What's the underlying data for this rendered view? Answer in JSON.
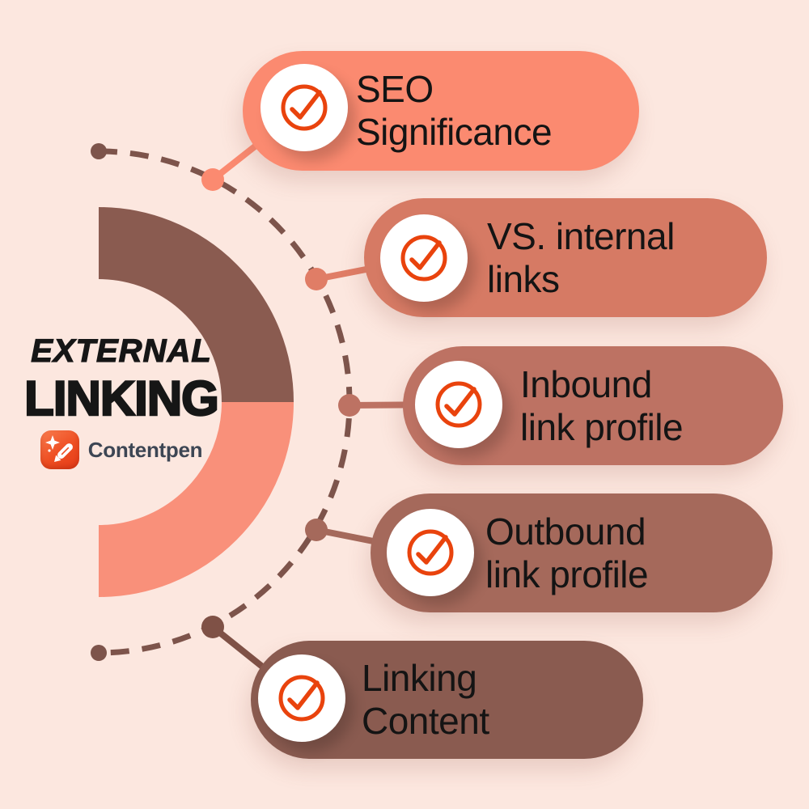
{
  "background": "#FCE7DF",
  "title": {
    "kicker": "EXTERNAL",
    "main": "LINKING"
  },
  "brand": {
    "name": "Contentpen"
  },
  "colors": {
    "check": "#E9430D",
    "dash": "#7D544B",
    "dot": "#7D544B",
    "ring_top": "#8A5B50",
    "ring_bottom": "#F9907A",
    "badge_bg": "#FFFFFF",
    "text": "#141414"
  },
  "items": [
    {
      "line1": "SEO",
      "line2": "Significance",
      "color": "#FB8A70",
      "node_color": "#FB8A70"
    },
    {
      "line1": "VS. internal",
      "line2": "links",
      "color": "#D67A64",
      "node_color": "#E07D66"
    },
    {
      "line1": "Inbound",
      "line2": "link profile",
      "color": "#BD7263",
      "node_color": "#BD7263"
    },
    {
      "line1": "Outbound",
      "line2": "link profile",
      "color": "#A5695B",
      "node_color": "#A5695B"
    },
    {
      "line1": "Linking",
      "line2": "Content",
      "color": "#8A5B50",
      "node_color": "#7F5146"
    }
  ]
}
